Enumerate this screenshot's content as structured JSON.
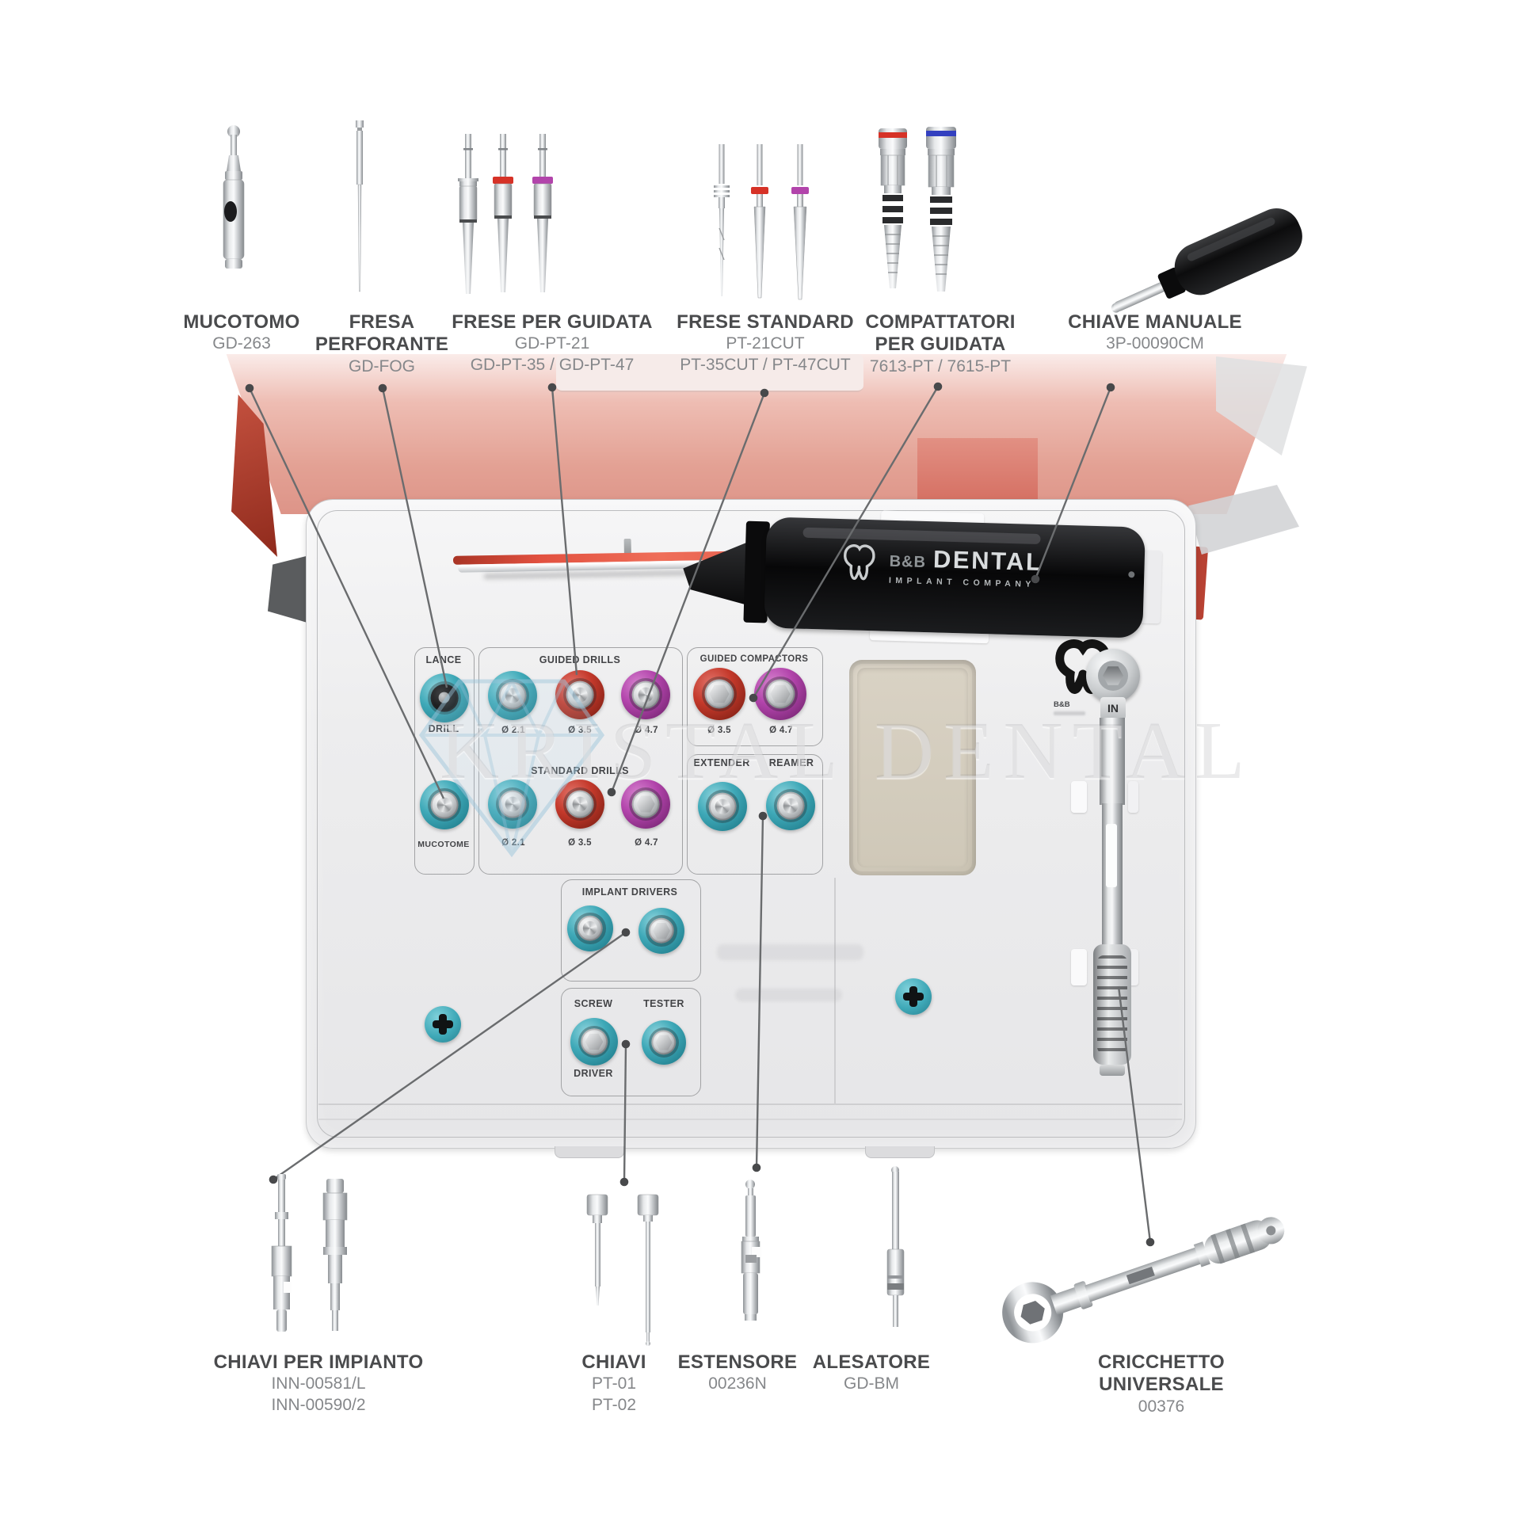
{
  "watermark": {
    "text": "KRISTAL DENTAL"
  },
  "handle": {
    "prefix": "B&B",
    "name": "DENTAL",
    "subtitle": "IMPLANT COMPANY"
  },
  "wrench": {
    "marking": "IN",
    "side_text": "B&B"
  },
  "top_items": [
    {
      "name": "MUCOTOMO",
      "lines": [
        "GD-263"
      ]
    },
    {
      "name": "FRESA PERFORANTE",
      "lines": [
        "GD-FOG"
      ]
    },
    {
      "name": "FRESE PER GUIDATA",
      "lines": [
        "GD-PT-21",
        "GD-PT-35 / GD-PT-47"
      ]
    },
    {
      "name": "FRESE STANDARD",
      "lines": [
        "PT-21CUT",
        "PT-35CUT / PT-47CUT"
      ]
    },
    {
      "name": "COMPATTATORI PER GUIDATA",
      "lines": [
        "7613-PT / 7615-PT"
      ]
    },
    {
      "name": "CHIAVE MANUALE",
      "lines": [
        "3P-00090CM"
      ]
    }
  ],
  "bottom_items": [
    {
      "name": "CHIAVI PER IMPIANTO",
      "lines": [
        "INN-00581/L",
        "INN-00590/2"
      ]
    },
    {
      "name": "CHIAVI",
      "lines": [
        "PT-01",
        "PT-02"
      ]
    },
    {
      "name": "ESTENSORE",
      "lines": [
        "00236N"
      ]
    },
    {
      "name": "ALESATORE",
      "lines": [
        "GD-BM"
      ]
    },
    {
      "name": "CRICCHETTO UNIVERSALE",
      "lines": [
        "00376"
      ]
    }
  ],
  "tray": {
    "lance": {
      "line1": "LANCE",
      "line2": "DRILL",
      "line3": "MUCOTOME"
    },
    "guided_drills": {
      "title": "GUIDED DRILLS",
      "sizes": [
        "Ø 2.1",
        "Ø 3.5",
        "Ø 4.7"
      ]
    },
    "standard_drills": {
      "title": "STANDARD DRILLS",
      "sizes": [
        "Ø 2.1",
        "Ø 3.5",
        "Ø 4.7"
      ]
    },
    "guided_compactors": {
      "title": "GUIDED COMPACTORS",
      "sizes": [
        "Ø 3.5",
        "Ø 4.7"
      ]
    },
    "extender_reamer": {
      "left": "EXTENDER",
      "right": "REAMER"
    },
    "implant_drivers": {
      "title": "IMPLANT DRIVERS"
    },
    "screw_tester": {
      "screw": "SCREW",
      "tester": "TESTER",
      "driver": "DRIVER"
    }
  },
  "colors": {
    "teal": "#3fa9b8",
    "red": "#c4392b",
    "purple": "#b244ab",
    "compactor_red": "#d63227",
    "compactor_blue": "#3340c0",
    "lid_pink": "#e3a396",
    "handle_black": "#121214",
    "label_dark": "#4a4b4d",
    "label_gray": "#85878a",
    "watermark_blue": "#a9cfe2"
  }
}
